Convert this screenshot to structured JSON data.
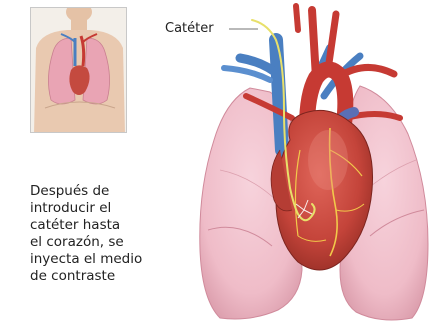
{
  "labels": {
    "catheter": "Catéter"
  },
  "caption": {
    "lines": [
      "Después de",
      "introducir el",
      "catéter hasta",
      "el corazón, se",
      "inyecta el medio",
      "de contraste"
    ]
  },
  "colors": {
    "lung": "#f0bfca",
    "lung_shadow": "#d999a8",
    "heart": "#c8483c",
    "heart_dark": "#8e2a22",
    "artery": "#c63a33",
    "vein": "#4a7fc1",
    "catheter": "#e8e06a",
    "skin": "#e9c9b0"
  }
}
